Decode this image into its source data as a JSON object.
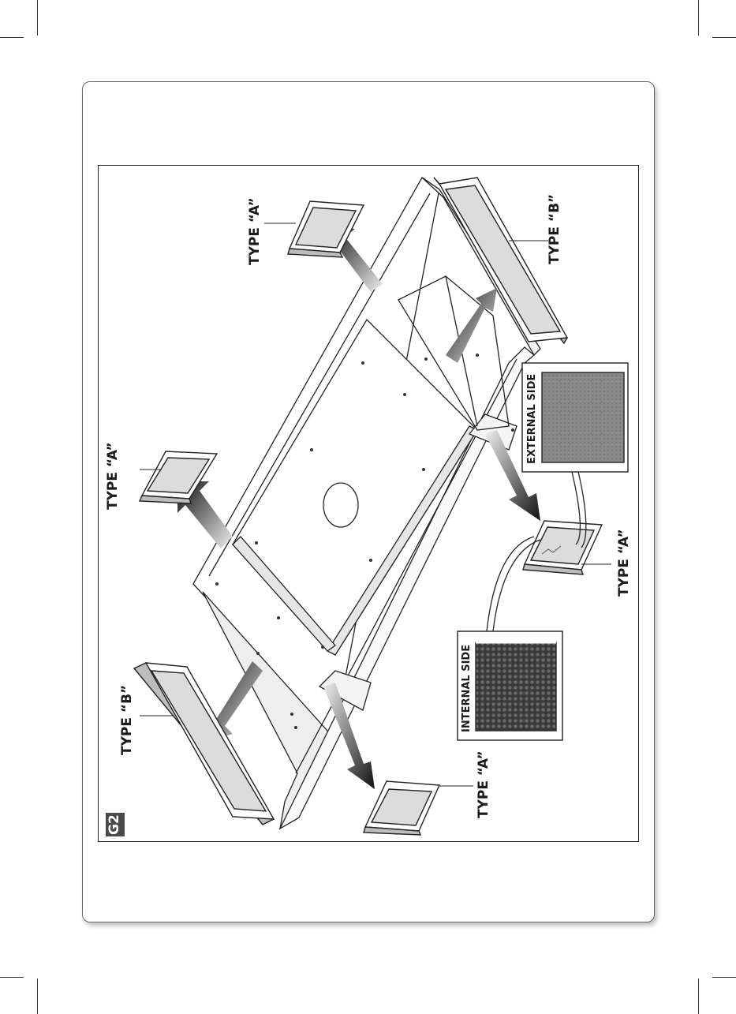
{
  "figure": {
    "badge": "G2",
    "labels": {
      "type_a": "TYPE “A”",
      "type_b": "TYPE “B”"
    },
    "insets": {
      "internal": "INTERNAL SIDE",
      "external": "EXTERNAL SIDE"
    }
  },
  "colors": {
    "filter_face": "#d8d8d8",
    "line": "#222222",
    "arrow_dark": "#111111"
  }
}
